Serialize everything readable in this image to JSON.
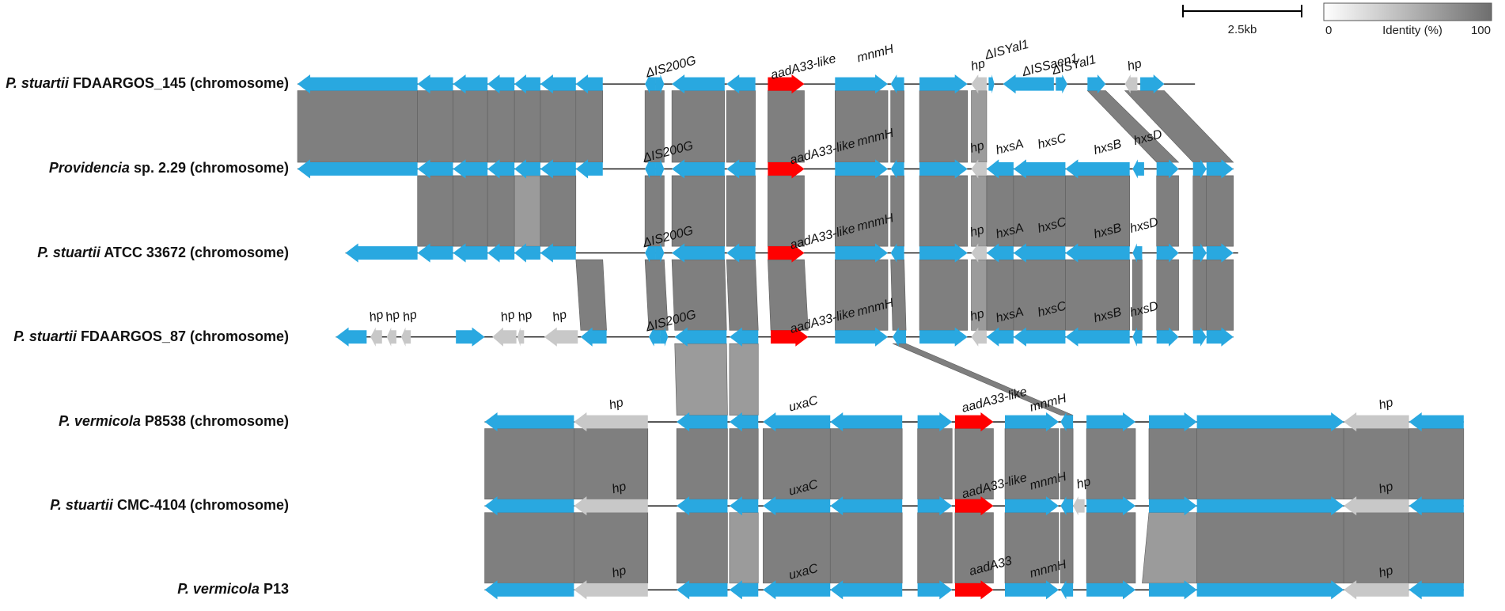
{
  "scale_label": "2.5kb",
  "identity_legend": {
    "title": "Identity (%)",
    "min": "0",
    "max": "100"
  },
  "colors": {
    "gene": "#29a8e0",
    "resistance": "#ff0000",
    "hypothetical": "#c8c8c8",
    "homology": "#7f7f7f",
    "homology_light": "#9b9b9b"
  },
  "tracks": [
    {
      "species": "P. stuartii",
      "strain": "FDAARGOS_145 (chromosome)"
    },
    {
      "species": "Providencia",
      "strain": "sp. 2.29 (chromosome)"
    },
    {
      "species": "P. stuartii",
      "strain": "ATCC 33672 (chromosome)"
    },
    {
      "species": "P. stuartii",
      "strain": "FDAARGOS_87 (chromosome)"
    },
    {
      "species": "P. vermicola",
      "strain": "P8538 (chromosome)"
    },
    {
      "species": "P. stuartii",
      "strain": "CMC-4104 (chromosome)"
    },
    {
      "species": "P. vermicola",
      "strain": "P13"
    }
  ],
  "gene_labels": [
    [
      "ΔIS200G",
      "aadA33-like",
      "mnmH",
      "hp",
      "ΔISYal1",
      "ΔISSaen1",
      "ΔISYal1",
      "hp"
    ],
    [
      "ΔIS200G",
      "aadA33-like",
      "mnmH",
      "hp",
      "hxsA",
      "hxsC",
      "hxsB",
      "hxsD"
    ],
    [
      "ΔIS200G",
      "aadA33-like",
      "mnmH",
      "hp",
      "hxsA",
      "hxsC",
      "hxsB",
      "hxsD"
    ],
    [
      "hp",
      "hp",
      "hp",
      "hp",
      "hp",
      "hp",
      "ΔIS200G",
      "aadA33-like",
      "mnmH",
      "hp",
      "hxsA",
      "hxsC",
      "hxsB",
      "hxsD"
    ],
    [
      "hp",
      "uxaC",
      "aadA33-like",
      "mnmH",
      "hp"
    ],
    [
      "hp",
      "uxaC",
      "aadA33-like",
      "mnmH",
      "hp",
      "hp"
    ],
    [
      "hp",
      "uxaC",
      "aadA33",
      "mnmH",
      "hp"
    ]
  ]
}
